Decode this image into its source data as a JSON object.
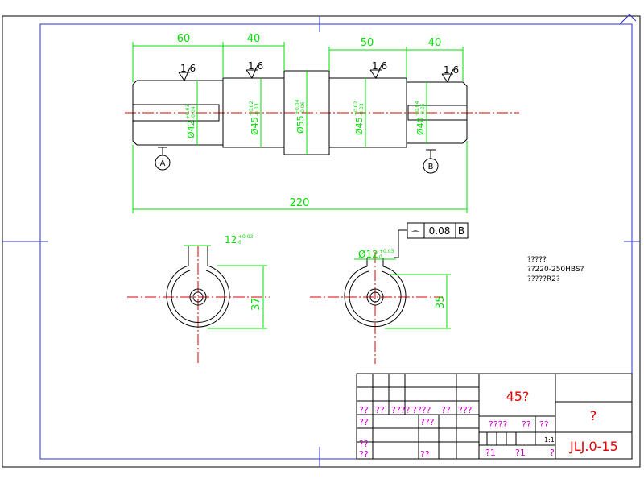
{
  "shaft": {
    "length_dims": [
      "60",
      "40",
      "50",
      "40"
    ],
    "total_length": "220",
    "roughness": [
      "1.6",
      "1.6",
      "1.6",
      "1.6"
    ],
    "diameters": [
      {
        "base": "Ø42",
        "upper": "+0.03",
        "lower": "-0.04"
      },
      {
        "base": "Ø45",
        "upper": "+0.02",
        "lower": "-0.03"
      },
      {
        "base": "Ø55",
        "upper": "+0.04",
        "lower": "-0.06"
      },
      {
        "base": "Ø45",
        "upper": "+0.02",
        "lower": "-0.03"
      },
      {
        "base": "Ø40",
        "upper": "+0.04",
        "lower": "-0.05"
      }
    ],
    "datum_a": "A",
    "datum_b": "B"
  },
  "section_left": {
    "keyway_width": "12",
    "tolerance_upper": "+0.03",
    "tolerance_lower": "0",
    "depth": "37"
  },
  "section_right": {
    "keyway_width": "Ø12",
    "tolerance_upper": "+0.03",
    "tolerance_lower": "0",
    "depth": "35",
    "tolerance_frame": {
      "symbol": "⌯",
      "value": "0.08",
      "datum": "B"
    }
  },
  "notes": [
    "?????",
    "??220-250HBS?",
    "?????R2?"
  ],
  "title_block": {
    "material": "45?",
    "part_name": "?",
    "drawing_no": "JLJ.0-15",
    "scale": "1:1",
    "header_row": [
      "??",
      "??",
      "????",
      "????",
      "??",
      "???"
    ],
    "row_labels": [
      "??",
      "??",
      "??"
    ],
    "design_label": "???",
    "stage_labels": [
      "????",
      "??",
      "??"
    ],
    "sheet_labels": [
      "?1",
      "?1",
      "?"
    ],
    "bottom_label": "??"
  },
  "colors": {
    "outline": "#000000",
    "frame": "#2f2fd0",
    "dimension": "#00e000",
    "centerline": "#e00000",
    "text_magenta": "#d000d0",
    "title_red": "#e00000"
  }
}
